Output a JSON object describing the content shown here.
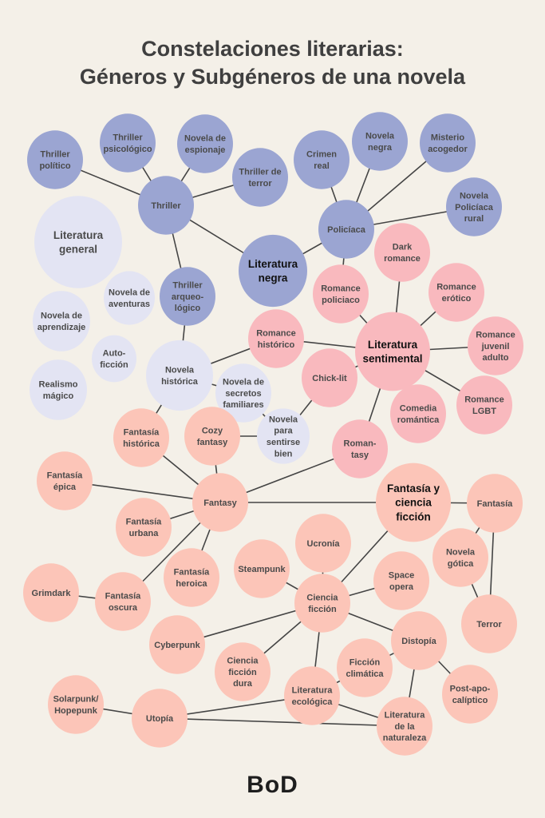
{
  "title": {
    "line1": "Constelaciones literarias:",
    "line2": "Géneros y Subgéneros de una novela"
  },
  "logo": "BoD",
  "colors": {
    "background": "#f4f0e8",
    "negra": "#9ba5d2",
    "general": "#e3e4f3",
    "sentimental": "#f9b9be",
    "fantasia": "#fcc5b8",
    "edge": "#444444"
  },
  "nodes": [
    {
      "id": "thriller_politico",
      "label": "Thriller\npolítico",
      "group": "negra"
    },
    {
      "id": "thriller_psico",
      "label": "Thriller\npsicológico",
      "group": "negra"
    },
    {
      "id": "espionaje",
      "label": "Novela de\nespionaje",
      "group": "negra"
    },
    {
      "id": "thriller_terror",
      "label": "Thriller de\nterror",
      "group": "negra"
    },
    {
      "id": "thriller",
      "label": "Thriller",
      "group": "negra"
    },
    {
      "id": "lit_negra",
      "label": "Literatura\nnegra",
      "group": "negra",
      "main": true
    },
    {
      "id": "policiaca",
      "label": "Policíaca",
      "group": "negra"
    },
    {
      "id": "crimen_real",
      "label": "Crimen\nreal",
      "group": "negra"
    },
    {
      "id": "novela_negra",
      "label": "Novela\nnegra",
      "group": "negra"
    },
    {
      "id": "misterio",
      "label": "Misterio\nacogedor",
      "group": "negra"
    },
    {
      "id": "policiaca_rural",
      "label": "Novela\nPolicíaca\nrural",
      "group": "negra"
    },
    {
      "id": "thriller_arqueo",
      "label": "Thriller\narqueo-\nlógico",
      "group": "negra"
    },
    {
      "id": "lit_general",
      "label": "Literatura\ngeneral",
      "group": "general",
      "large": true
    },
    {
      "id": "aventuras",
      "label": "Novela de\naventuras",
      "group": "general"
    },
    {
      "id": "aprendizaje",
      "label": "Novela de\naprendizaje",
      "group": "general"
    },
    {
      "id": "autoficcion",
      "label": "Auto-\nficción",
      "group": "general"
    },
    {
      "id": "realismo",
      "label": "Realismo\nmágico",
      "group": "general"
    },
    {
      "id": "novela_historica",
      "label": "Novela\nhistórica",
      "group": "general"
    },
    {
      "id": "secretos",
      "label": "Novela de\nsecretos\nfamiliares",
      "group": "general"
    },
    {
      "id": "sentirse_bien",
      "label": "Novela\npara\nsentirse\nbien",
      "group": "general"
    },
    {
      "id": "dark_romance",
      "label": "Dark\nromance",
      "group": "sentimental"
    },
    {
      "id": "romance_erotico",
      "label": "Romance\nerótico",
      "group": "sentimental"
    },
    {
      "id": "romance_policiaco",
      "label": "Romance\npoliciaco",
      "group": "sentimental"
    },
    {
      "id": "romance_historico",
      "label": "Romance\nhistórico",
      "group": "sentimental"
    },
    {
      "id": "lit_sentimental",
      "label": "Literatura\nsentimental",
      "group": "sentimental",
      "main": true
    },
    {
      "id": "romance_juvenil",
      "label": "Romance\njuvenil\nadulto",
      "group": "sentimental"
    },
    {
      "id": "chicklit",
      "label": "Chick-lit",
      "group": "sentimental"
    },
    {
      "id": "comedia",
      "label": "Comedia\nromántica",
      "group": "sentimental"
    },
    {
      "id": "lgbt",
      "label": "Romance\nLGBT",
      "group": "sentimental"
    },
    {
      "id": "romantasy",
      "label": "Roman-\ntasy",
      "group": "sentimental"
    },
    {
      "id": "fantasia_historica",
      "label": "Fantasía\nhistórica",
      "group": "fantasia"
    },
    {
      "id": "cozy",
      "label": "Cozy\nfantasy",
      "group": "fantasia"
    },
    {
      "id": "fantasia_epica",
      "label": "Fantasía\népica",
      "group": "fantasia"
    },
    {
      "id": "fantasy",
      "label": "Fantasy",
      "group": "fantasia"
    },
    {
      "id": "fyc",
      "label": "Fantasía y\nciencia\nficción",
      "group": "fantasia",
      "main": true
    },
    {
      "id": "fantasia",
      "label": "Fantasía",
      "group": "fantasia"
    },
    {
      "id": "fantasia_urbana",
      "label": "Fantasía\nurbana",
      "group": "fantasia"
    },
    {
      "id": "ucronia",
      "label": "Ucronía",
      "group": "fantasia"
    },
    {
      "id": "novela_gotica",
      "label": "Novela\ngótica",
      "group": "fantasia"
    },
    {
      "id": "steampunk",
      "label": "Steampunk",
      "group": "fantasia"
    },
    {
      "id": "fantasia_heroica",
      "label": "Fantasía\nheroica",
      "group": "fantasia"
    },
    {
      "id": "grimdark",
      "label": "Grimdark",
      "group": "fantasia"
    },
    {
      "id": "fantasia_oscura",
      "label": "Fantasía\noscura",
      "group": "fantasia"
    },
    {
      "id": "space_opera",
      "label": "Space\nopera",
      "group": "fantasia"
    },
    {
      "id": "ciencia_ficcion",
      "label": "Ciencia\nficción",
      "group": "fantasia"
    },
    {
      "id": "terror",
      "label": "Terror",
      "group": "fantasia"
    },
    {
      "id": "distopia",
      "label": "Distopía",
      "group": "fantasia"
    },
    {
      "id": "cyberpunk",
      "label": "Cyberpunk",
      "group": "fantasia"
    },
    {
      "id": "cf_dura",
      "label": "Ciencia\nficción\ndura",
      "group": "fantasia"
    },
    {
      "id": "ficcion_climatica",
      "label": "Ficción\nclimática",
      "group": "fantasia"
    },
    {
      "id": "post_apo",
      "label": "Post-apo-\ncalíptico",
      "group": "fantasia"
    },
    {
      "id": "lit_ecologica",
      "label": "Literatura\necológica",
      "group": "fantasia"
    },
    {
      "id": "solarpunk",
      "label": "Solarpunk/\nHopepunk",
      "group": "fantasia"
    },
    {
      "id": "utopia",
      "label": "Utopía",
      "group": "fantasia"
    },
    {
      "id": "lit_naturaleza",
      "label": "Literatura\nde la\nnaturaleza",
      "group": "fantasia"
    }
  ],
  "edges": [
    [
      "thriller",
      "thriller_politico"
    ],
    [
      "thriller",
      "thriller_psico"
    ],
    [
      "thriller",
      "espionaje"
    ],
    [
      "thriller",
      "thriller_terror"
    ],
    [
      "thriller",
      "lit_negra"
    ],
    [
      "thriller",
      "thriller_arqueo"
    ],
    [
      "lit_negra",
      "policiaca"
    ],
    [
      "policiaca",
      "crimen_real"
    ],
    [
      "policiaca",
      "novela_negra"
    ],
    [
      "policiaca",
      "misterio"
    ],
    [
      "policiaca",
      "policiaca_rural"
    ],
    [
      "policiaca",
      "romance_policiaco"
    ],
    [
      "romance_policiaco",
      "lit_sentimental"
    ],
    [
      "dark_romance",
      "lit_sentimental"
    ],
    [
      "romance_erotico",
      "lit_sentimental"
    ],
    [
      "romance_juvenil",
      "lit_sentimental"
    ],
    [
      "lgbt",
      "lit_sentimental"
    ],
    [
      "comedia",
      "lit_sentimental"
    ],
    [
      "chicklit",
      "lit_sentimental"
    ],
    [
      "romance_historico",
      "lit_sentimental"
    ],
    [
      "romantasy",
      "lit_sentimental"
    ],
    [
      "thriller_arqueo",
      "novela_historica"
    ],
    [
      "novela_historica",
      "romance_historico"
    ],
    [
      "novela_historica",
      "secretos"
    ],
    [
      "secretos",
      "sentirse_bien"
    ],
    [
      "chicklit",
      "sentirse_bien"
    ],
    [
      "sentirse_bien",
      "cozy"
    ],
    [
      "novela_historica",
      "fantasia_historica"
    ],
    [
      "fantasia_historica",
      "fantasy"
    ],
    [
      "cozy",
      "fantasy"
    ],
    [
      "fantasia_epica",
      "fantasy"
    ],
    [
      "romantasy",
      "fantasy"
    ],
    [
      "fantasy",
      "fyc"
    ],
    [
      "fantasy",
      "fantasia_urbana"
    ],
    [
      "fantasy",
      "fantasia_heroica"
    ],
    [
      "fantasy",
      "fantasia_oscura"
    ],
    [
      "fantasia_oscura",
      "grimdark"
    ],
    [
      "fyc",
      "fantasia"
    ],
    [
      "fyc",
      "ciencia_ficcion"
    ],
    [
      "fantasia",
      "novela_gotica"
    ],
    [
      "fantasia",
      "terror"
    ],
    [
      "novela_gotica",
      "terror"
    ],
    [
      "ciencia_ficcion",
      "ucronia"
    ],
    [
      "ciencia_ficcion",
      "steampunk"
    ],
    [
      "ciencia_ficcion",
      "space_opera"
    ],
    [
      "ciencia_ficcion",
      "cyberpunk"
    ],
    [
      "ciencia_ficcion",
      "cf_dura"
    ],
    [
      "ciencia_ficcion",
      "lit_ecologica"
    ],
    [
      "ciencia_ficcion",
      "distopia"
    ],
    [
      "distopia",
      "ficcion_climatica"
    ],
    [
      "distopia",
      "post_apo"
    ],
    [
      "distopia",
      "lit_naturaleza"
    ],
    [
      "lit_ecologica",
      "ficcion_climatica"
    ],
    [
      "lit_ecologica",
      "lit_naturaleza"
    ],
    [
      "lit_ecologica",
      "utopia"
    ],
    [
      "utopia",
      "lit_naturaleza"
    ],
    [
      "utopia",
      "solarpunk"
    ]
  ]
}
